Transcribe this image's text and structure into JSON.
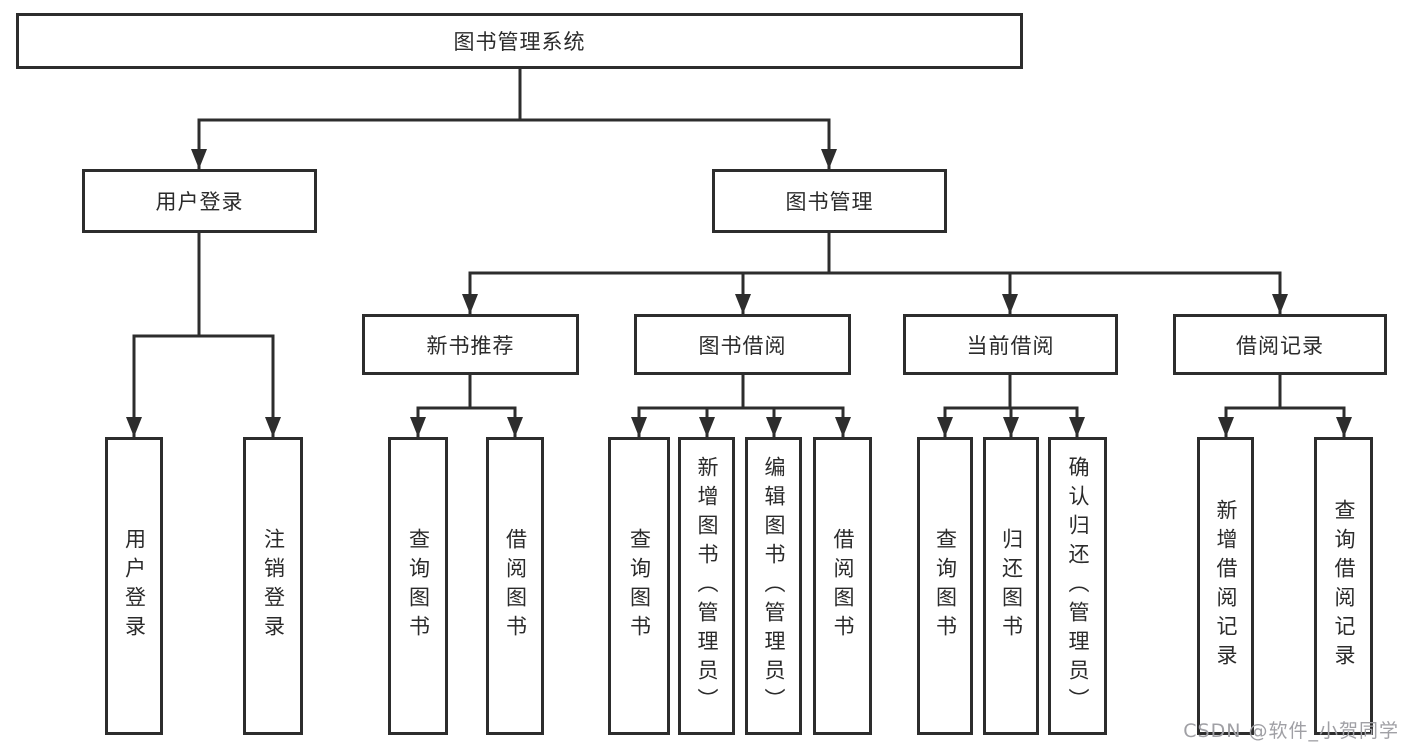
{
  "diagram": {
    "type": "hierarchy-tree",
    "root": {
      "label": "图书管理系统"
    },
    "level2": [
      {
        "label": "用户登录",
        "parent": "图书管理系统"
      },
      {
        "label": "图书管理",
        "parent": "图书管理系统"
      }
    ],
    "level3": [
      {
        "label": "新书推荐",
        "parent": "图书管理"
      },
      {
        "label": "图书借阅",
        "parent": "图书管理"
      },
      {
        "label": "当前借阅",
        "parent": "图书管理"
      },
      {
        "label": "借阅记录",
        "parent": "图书管理"
      }
    ],
    "leaves": [
      {
        "label": "用户登录",
        "parent": "用户登录"
      },
      {
        "label": "注销登录",
        "parent": "用户登录"
      },
      {
        "label": "查询图书",
        "parent": "新书推荐"
      },
      {
        "label": "借阅图书",
        "parent": "新书推荐"
      },
      {
        "label": "查询图书",
        "parent": "图书借阅"
      },
      {
        "label": "新增图书（管理员）",
        "parent": "图书借阅"
      },
      {
        "label": "编辑图书（管理员）",
        "parent": "图书借阅"
      },
      {
        "label": "借阅图书",
        "parent": "图书借阅"
      },
      {
        "label": "查询图书",
        "parent": "当前借阅"
      },
      {
        "label": "归还图书",
        "parent": "当前借阅"
      },
      {
        "label": "确认归还（管理员）",
        "parent": "当前借阅"
      },
      {
        "label": "新增借阅记录",
        "parent": "借阅记录"
      },
      {
        "label": "查询借阅记录",
        "parent": "借阅记录"
      }
    ],
    "watermark": {
      "text": "CSDN @软件_小贺同学"
    },
    "colors": {
      "line": "#2d2d2d",
      "box_border": "#2d2d2d",
      "box_fill": "#ffffff",
      "text": "#2b2b2b",
      "watermark": "#a0a0a5",
      "background": "#ffffff"
    }
  }
}
